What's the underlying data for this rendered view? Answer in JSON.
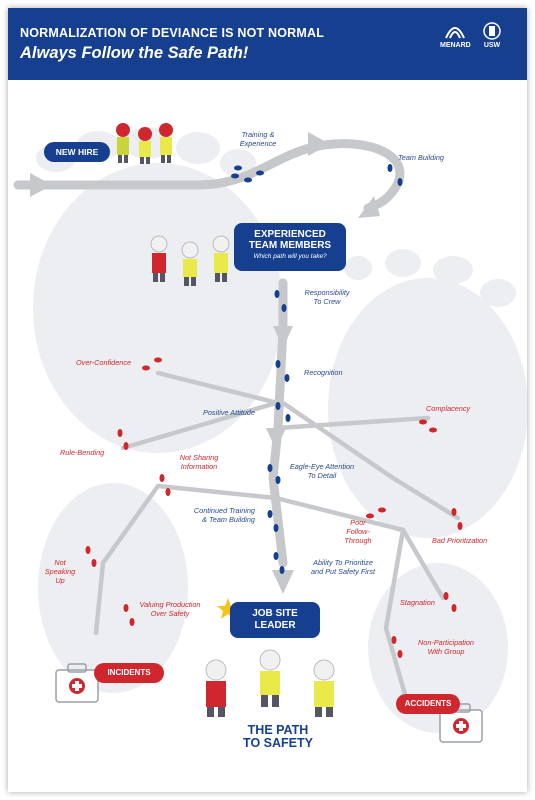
{
  "header": {
    "title": "NORMALIZATION OF DEVIANCE IS NOT NORMAL",
    "subtitle": "Always Follow the Safe Path!",
    "logos": [
      {
        "name": "menard-logo",
        "text": "MENARD"
      },
      {
        "name": "usw-logo",
        "text": "USW"
      }
    ]
  },
  "stations": {
    "new_hire": "NEW HIRE",
    "experienced": "EXPERIENCED\nTEAM MEMBERS",
    "experienced_sub": "Which path will you take?",
    "leader": "JOB SITE\nLEADER",
    "incidents": "INCIDENTS",
    "accidents": "ACCIDENTS",
    "path_to_safety": "THE PATH\nTO SAFETY"
  },
  "safe_steps": [
    "Training &\nExperience",
    "Team Building",
    "Responsibility\nTo Crew",
    "Recognition",
    "Positive Attitude",
    "Eagle-Eye Attention\nTo Detail",
    "Continued Training\n& Team Building",
    "Ability To Prioritize\nand Put Safety First"
  ],
  "deviations": [
    "Over-Confidence",
    "Complacency",
    "Rule-Bending",
    "Not Sharing\nInformation",
    "Poor\nFollow-Through",
    "Bad Prioritization",
    "Not\nSpeaking Up",
    "Valuing Production\nOver Safety",
    "Stagnation",
    "Non-Participation\nWith Group"
  ],
  "colors": {
    "navy": "#16408f",
    "red": "#d0272e",
    "path_grey": "#c6c8cc",
    "boot_grey": "#eceef1"
  }
}
